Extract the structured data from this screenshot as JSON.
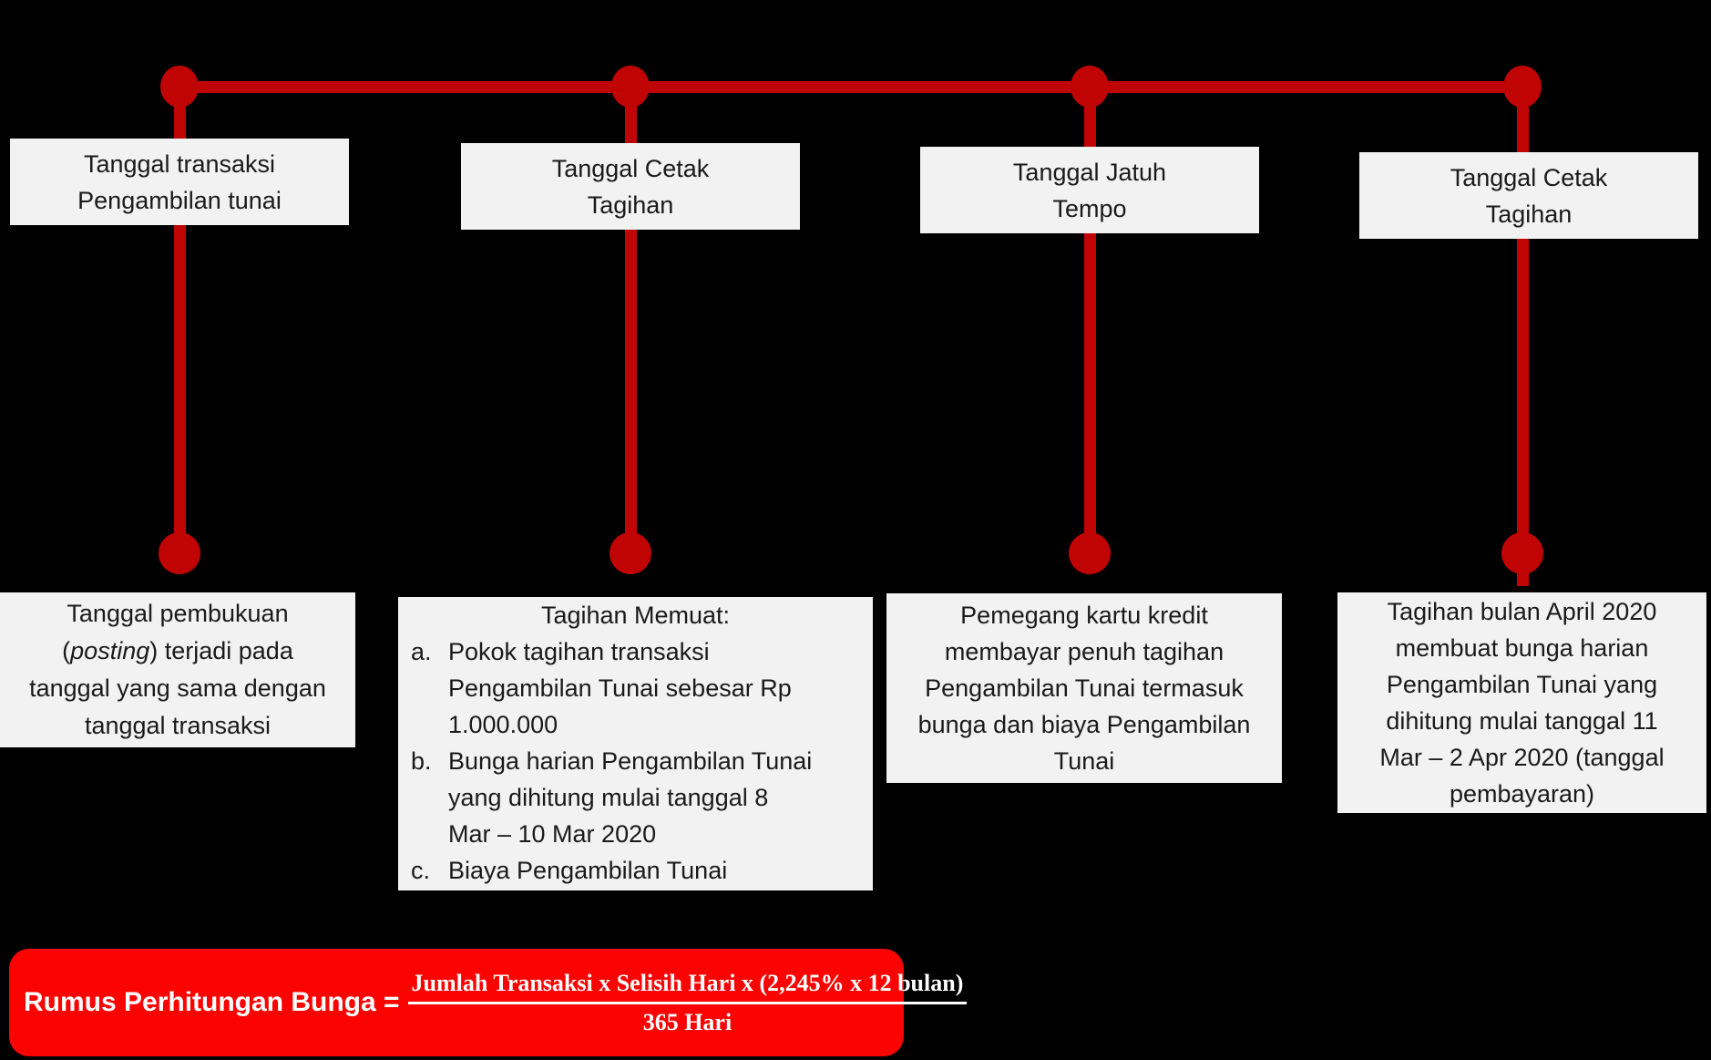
{
  "colors": {
    "background": "#000000",
    "timeline_red": "#C00404",
    "formula_red": "#FA0300",
    "note_bg": "#F2F2F2",
    "note_text": "#1A1A1A",
    "formula_text": "#FFFFFF"
  },
  "titles": {
    "col1": [
      "Tanggal transaksi",
      "Pengambilan tunai"
    ],
    "col2": [
      "Tanggal Cetak",
      "Tagihan"
    ],
    "col3": [
      "Tanggal Jatuh",
      "Tempo"
    ],
    "col4": [
      "Tanggal Cetak",
      "Tagihan"
    ]
  },
  "notes": {
    "col1": {
      "line1": "Tanggal pembukuan",
      "line2_pre": "(",
      "line2_italic": "posting",
      "line2_post": ") terjadi pada",
      "line3": "tanggal yang sama dengan",
      "line4": "tanggal transaksi"
    },
    "col2": {
      "heading": "Tagihan Memuat:",
      "items": [
        {
          "label": "a.",
          "lines": [
            "Pokok tagihan transaksi",
            "Pengambilan Tunai sebesar Rp",
            "1.000.000"
          ]
        },
        {
          "label": "b.",
          "lines": [
            "Bunga harian Pengambilan Tunai",
            "yang dihitung mulai tanggal 8",
            "Mar – 10 Mar 2020"
          ]
        },
        {
          "label": "c.",
          "lines": [
            "Biaya Pengambilan Tunai"
          ]
        }
      ]
    },
    "col3": {
      "lines": [
        "Pemegang kartu kredit",
        "membayar penuh tagihan",
        "Pengambilan Tunai termasuk",
        "bunga dan biaya Pengambilan",
        "Tunai"
      ]
    },
    "col4": {
      "lines": [
        "Tagihan bulan April 2020",
        "membuat bunga harian",
        "Pengambilan Tunai yang",
        "dihitung mulai tanggal 11",
        "Mar – 2 Apr 2020 (tanggal",
        "pembayaran)"
      ]
    }
  },
  "formula": {
    "label": "Rumus Perhitungan Bunga =",
    "numerator": "Jumlah Transaksi x Selisih Hari x (2,245% x 12 bulan)",
    "denominator": "365 Hari"
  }
}
